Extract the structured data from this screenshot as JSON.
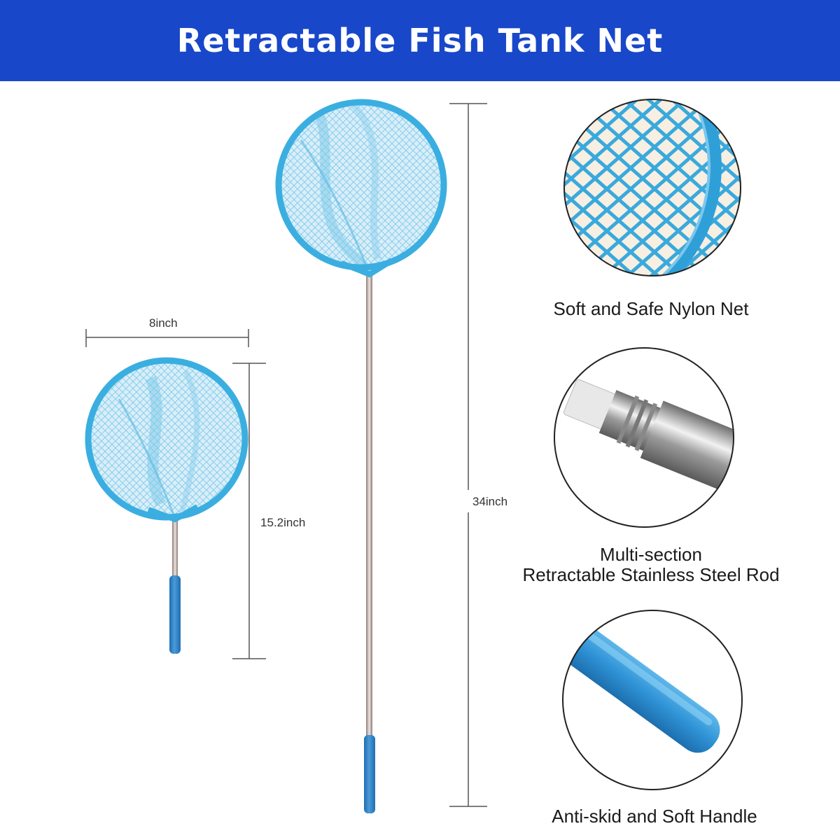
{
  "header": {
    "title": "Retractable Fish Tank Net",
    "background_color": "#1847c9"
  },
  "dimensions": {
    "width_label": "8inch",
    "short_length_label": "15.2inch",
    "long_length_label": "34inch"
  },
  "features": [
    {
      "icon": "nylon-mesh-closeup",
      "label_line1": "Soft and Safe Nylon Net",
      "label_line2": ""
    },
    {
      "icon": "steel-rod-closeup",
      "label_line1": "Multi-section",
      "label_line2": "Retractable Stainless Steel Rod"
    },
    {
      "icon": "handle-closeup",
      "label_line1": "Anti-skid and Soft Handle",
      "label_line2": ""
    }
  ],
  "colors": {
    "net_blue": "#3aaee0",
    "handle_blue": "#2b7fc6",
    "steel": "#b9a9a3"
  }
}
